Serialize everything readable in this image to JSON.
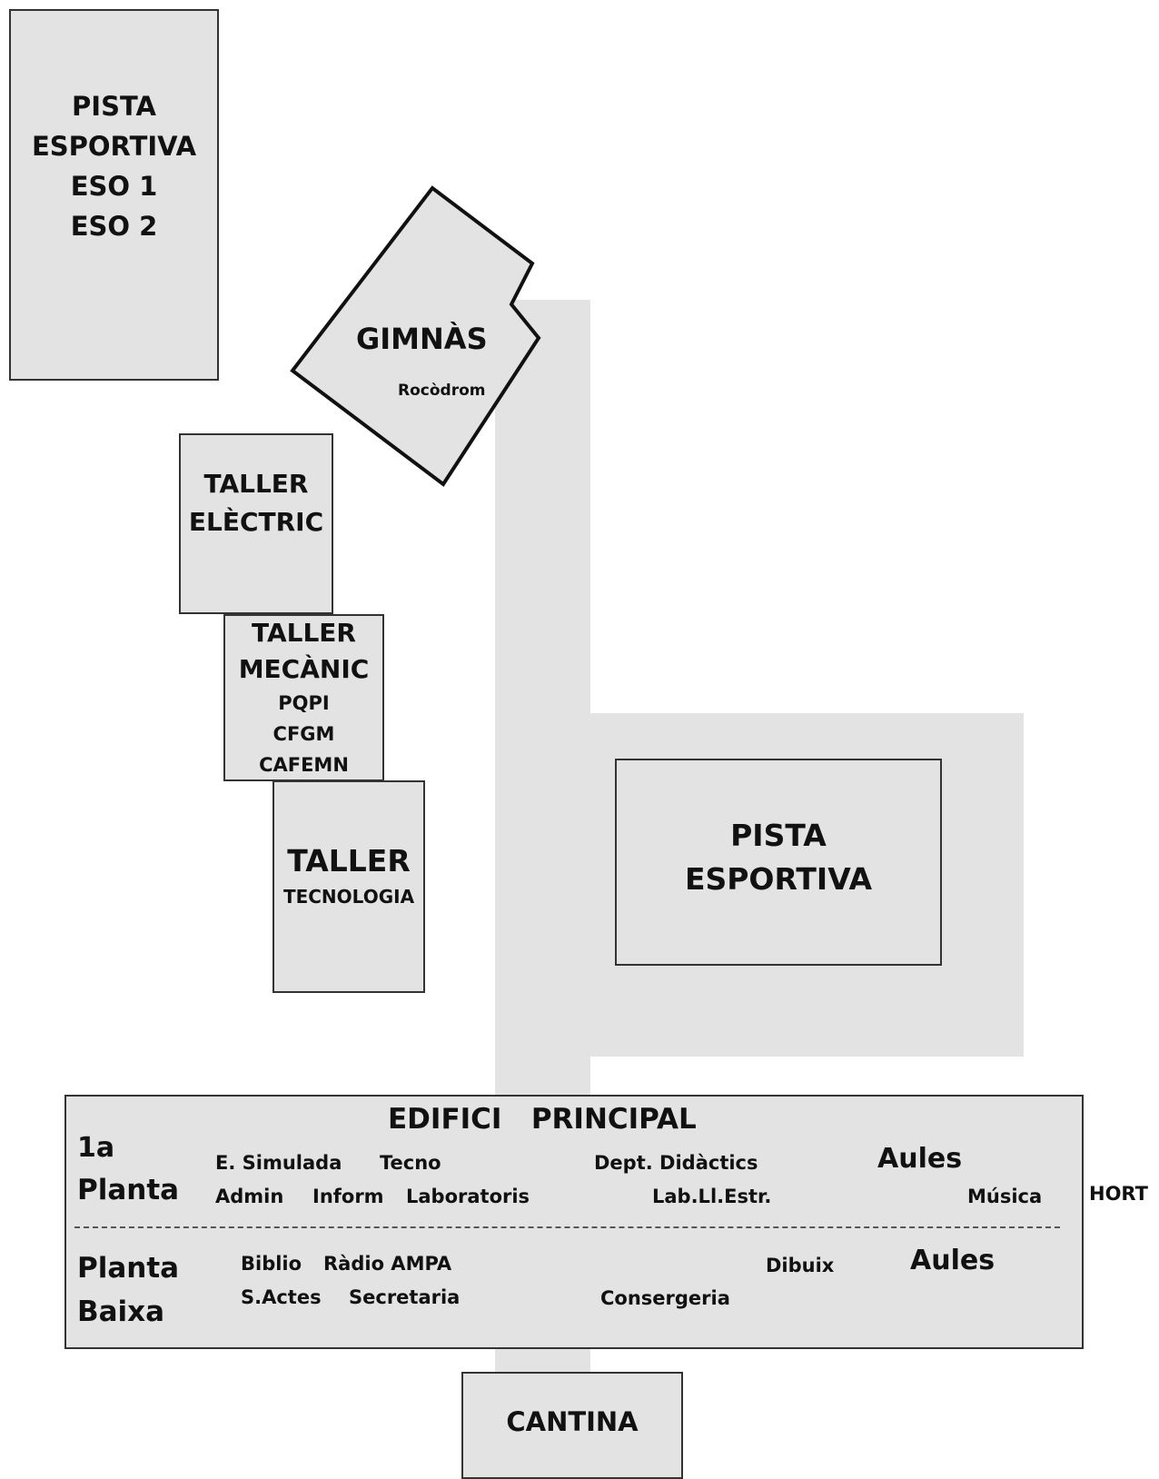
{
  "pista_eso": {
    "line1": "PISTA",
    "line2": "ESPORTIVA",
    "line3": "ESO 1",
    "line4": "ESO 2"
  },
  "gimnas": {
    "title": "GIMNÀS",
    "sub": "Rocòdrom"
  },
  "taller_electric": {
    "line1": "TALLER",
    "line2": "ELÈCTRIC"
  },
  "taller_mecanic": {
    "line1": "TALLER",
    "line2": "MECÀNIC",
    "line3": "PQPI",
    "line4": "CFGM",
    "line5": "CAFEMN"
  },
  "taller_tecnologia": {
    "line1": "TALLER",
    "line2": "TECNOLOGIA"
  },
  "pista_esportiva": {
    "line1": "PISTA",
    "line2": "ESPORTIVA"
  },
  "edifici": {
    "title": "EDIFICI   PRINCIPAL",
    "floor1": {
      "label_a": "1a",
      "label_b": "Planta",
      "items": [
        "E. Simulada",
        "Tecno",
        "Dept. Didàctics",
        "Aules",
        "Admin",
        "Inform",
        "Laboratoris",
        "Lab.Ll.Estr.",
        "Música"
      ]
    },
    "ground": {
      "label_a": "Planta",
      "label_b": "Baixa",
      "items": [
        "Biblio",
        "Ràdio AMPA",
        "Dibuix",
        "Aules",
        "S.Actes",
        "Secretaria",
        "Consergeria"
      ]
    }
  },
  "hort": "HORT",
  "cantina": "CANTINA",
  "colors": {
    "building_fill": "#e3e3e3",
    "path_fill": "#e3e3e3",
    "outline": "#333333"
  }
}
